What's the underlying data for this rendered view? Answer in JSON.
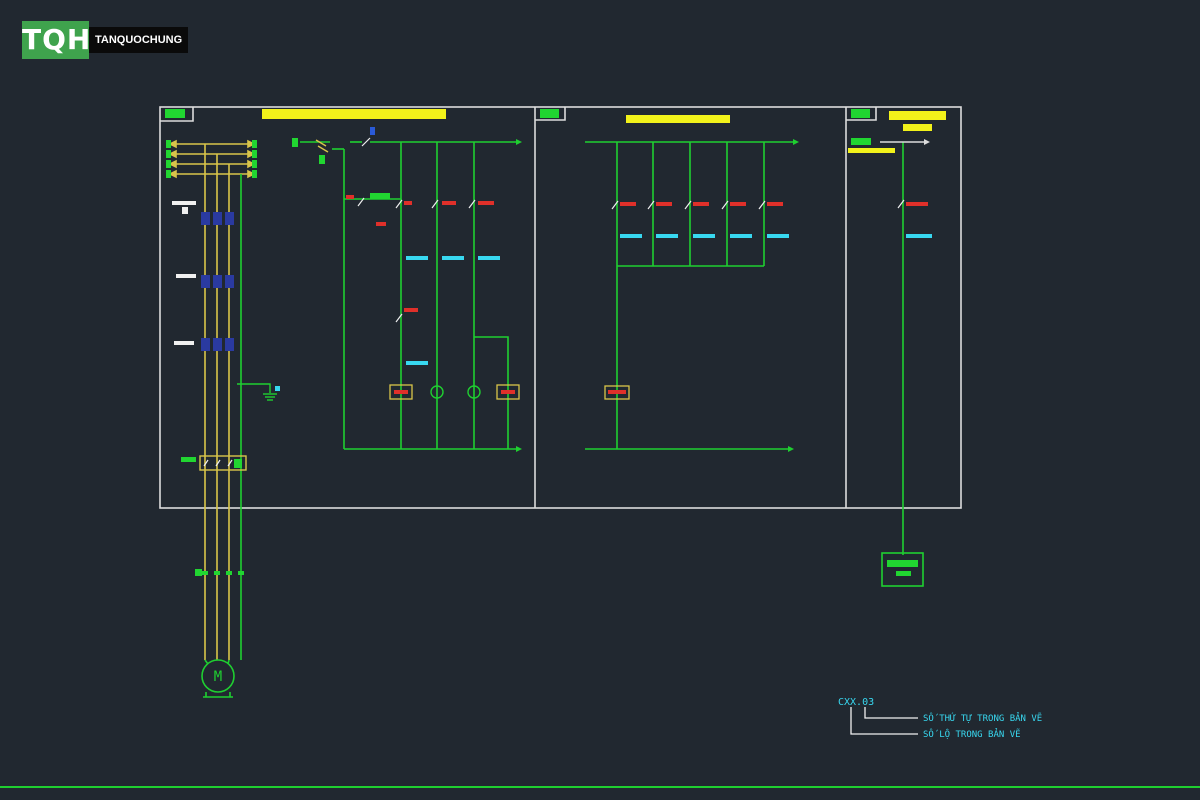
{
  "brand": {
    "mark": "TQH",
    "name": "TANQUOCHUNG"
  },
  "colors": {
    "background": "#212830",
    "wire": "#1fcf30",
    "frame": "#dcdcdc",
    "power_wire": "#d9c54a",
    "label": "#38d8f0",
    "device": "#e0302a",
    "title_bar": "#f2f21a",
    "terminal": "#21d631",
    "contactor": "#2a3aa0"
  },
  "motor": {
    "label": "M"
  },
  "legend": {
    "code": "CXX.03",
    "line1": "SỐ THỨ TỰ TRONG BẢN VẼ",
    "line2": "SỐ LỘ TRONG BẢN VẼ"
  }
}
